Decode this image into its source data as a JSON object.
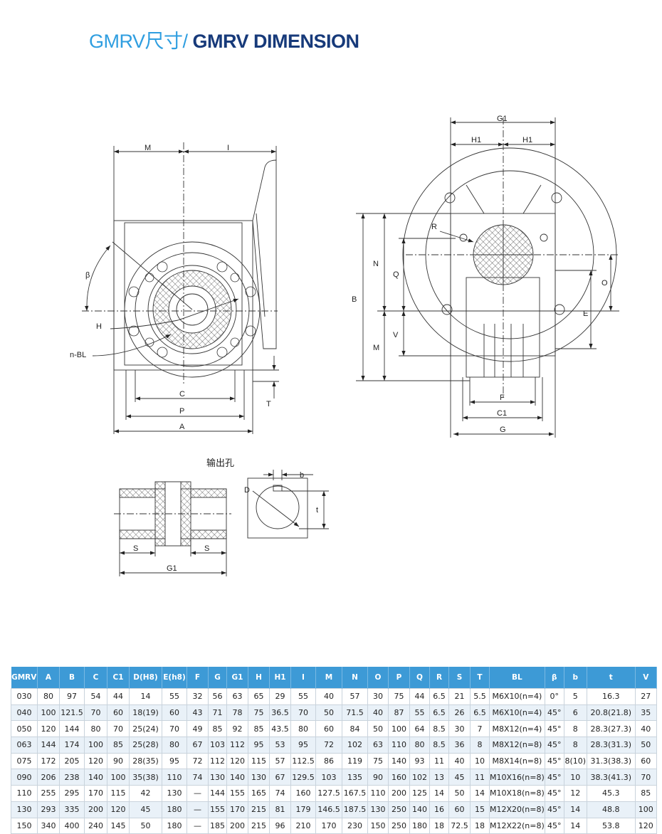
{
  "title": {
    "cn": "GMRV尺寸/",
    "en": "GMRV  DIMENSION"
  },
  "drawing": {
    "left_view": {
      "M": "M",
      "I": "I",
      "beta": "β",
      "H": "H",
      "nBL": "n-BL",
      "C": "C",
      "P": "P",
      "A": "A",
      "T": "T"
    },
    "right_view": {
      "G1": "G1",
      "H1_left": "H1",
      "H1_right": "H1",
      "R": "R",
      "B": "B",
      "N": "N",
      "M": "M",
      "Q": "Q",
      "V": "V",
      "O": "O",
      "E": "E",
      "F": "F",
      "C1": "C1",
      "G": "G"
    },
    "output_hole": {
      "caption": "输出孔",
      "S_left": "S",
      "S_right": "S",
      "G1": "G1",
      "D": "D",
      "b": "b",
      "t": "t"
    }
  },
  "table": {
    "headers": [
      "GMRV",
      "A",
      "B",
      "C",
      "C1",
      "D(H8)",
      "E(h8)",
      "F",
      "G",
      "G1",
      "H",
      "H1",
      "I",
      "M",
      "N",
      "O",
      "P",
      "Q",
      "R",
      "S",
      "T",
      "BL",
      "β",
      "b",
      "t",
      "V"
    ],
    "rows": [
      [
        "030",
        "80",
        "97",
        "54",
        "44",
        "14",
        "55",
        "32",
        "56",
        "63",
        "65",
        "29",
        "55",
        "40",
        "57",
        "30",
        "75",
        "44",
        "6.5",
        "21",
        "5.5",
        "M6X10(n=4)",
        "0°",
        "5",
        "16.3",
        "27"
      ],
      [
        "040",
        "100",
        "121.5",
        "70",
        "60",
        "18(19)",
        "60",
        "43",
        "71",
        "78",
        "75",
        "36.5",
        "70",
        "50",
        "71.5",
        "40",
        "87",
        "55",
        "6.5",
        "26",
        "6.5",
        "M6X10(n=4)",
        "45°",
        "6",
        "20.8(21.8)",
        "35"
      ],
      [
        "050",
        "120",
        "144",
        "80",
        "70",
        "25(24)",
        "70",
        "49",
        "85",
        "92",
        "85",
        "43.5",
        "80",
        "60",
        "84",
        "50",
        "100",
        "64",
        "8.5",
        "30",
        "7",
        "M8X12(n=4)",
        "45°",
        "8",
        "28.3(27.3)",
        "40"
      ],
      [
        "063",
        "144",
        "174",
        "100",
        "85",
        "25(28)",
        "80",
        "67",
        "103",
        "112",
        "95",
        "53",
        "95",
        "72",
        "102",
        "63",
        "110",
        "80",
        "8.5",
        "36",
        "8",
        "M8X12(n=8)",
        "45°",
        "8",
        "28.3(31.3)",
        "50"
      ],
      [
        "075",
        "172",
        "205",
        "120",
        "90",
        "28(35)",
        "95",
        "72",
        "112",
        "120",
        "115",
        "57",
        "112.5",
        "86",
        "119",
        "75",
        "140",
        "93",
        "11",
        "40",
        "10",
        "M8X14(n=8)",
        "45°",
        "8(10)",
        "31.3(38.3)",
        "60"
      ],
      [
        "090",
        "206",
        "238",
        "140",
        "100",
        "35(38)",
        "110",
        "74",
        "130",
        "140",
        "130",
        "67",
        "129.5",
        "103",
        "135",
        "90",
        "160",
        "102",
        "13",
        "45",
        "11",
        "M10X16(n=8)",
        "45°",
        "10",
        "38.3(41.3)",
        "70"
      ],
      [
        "110",
        "255",
        "295",
        "170",
        "115",
        "42",
        "130",
        "—",
        "144",
        "155",
        "165",
        "74",
        "160",
        "127.5",
        "167.5",
        "110",
        "200",
        "125",
        "14",
        "50",
        "14",
        "M10X18(n=8)",
        "45°",
        "12",
        "45.3",
        "85"
      ],
      [
        "130",
        "293",
        "335",
        "200",
        "120",
        "45",
        "180",
        "—",
        "155",
        "170",
        "215",
        "81",
        "179",
        "146.5",
        "187.5",
        "130",
        "250",
        "140",
        "16",
        "60",
        "15",
        "M12X20(n=8)",
        "45°",
        "14",
        "48.8",
        "100"
      ],
      [
        "150",
        "340",
        "400",
        "240",
        "145",
        "50",
        "180",
        "—",
        "185",
        "200",
        "215",
        "96",
        "210",
        "170",
        "230",
        "150",
        "250",
        "180",
        "18",
        "72.5",
        "18",
        "M12X22(n=8)",
        "45°",
        "14",
        "53.8",
        "120"
      ]
    ]
  },
  "colors": {
    "title_cn": "#2f9ee0",
    "title_en": "#173a7a",
    "header_bg": "#3d9ad6",
    "alt_row": "#e9f1f8"
  }
}
